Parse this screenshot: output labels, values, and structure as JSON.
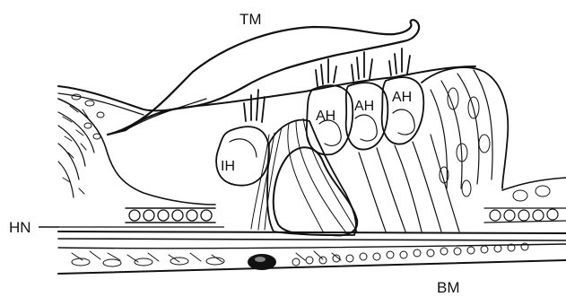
{
  "figure": {
    "labels": {
      "tm": "TM",
      "ah1": "AH",
      "ah2": "AH",
      "ah3": "AH",
      "ih": "IH",
      "hn": "HN",
      "bm": "BM"
    }
  }
}
